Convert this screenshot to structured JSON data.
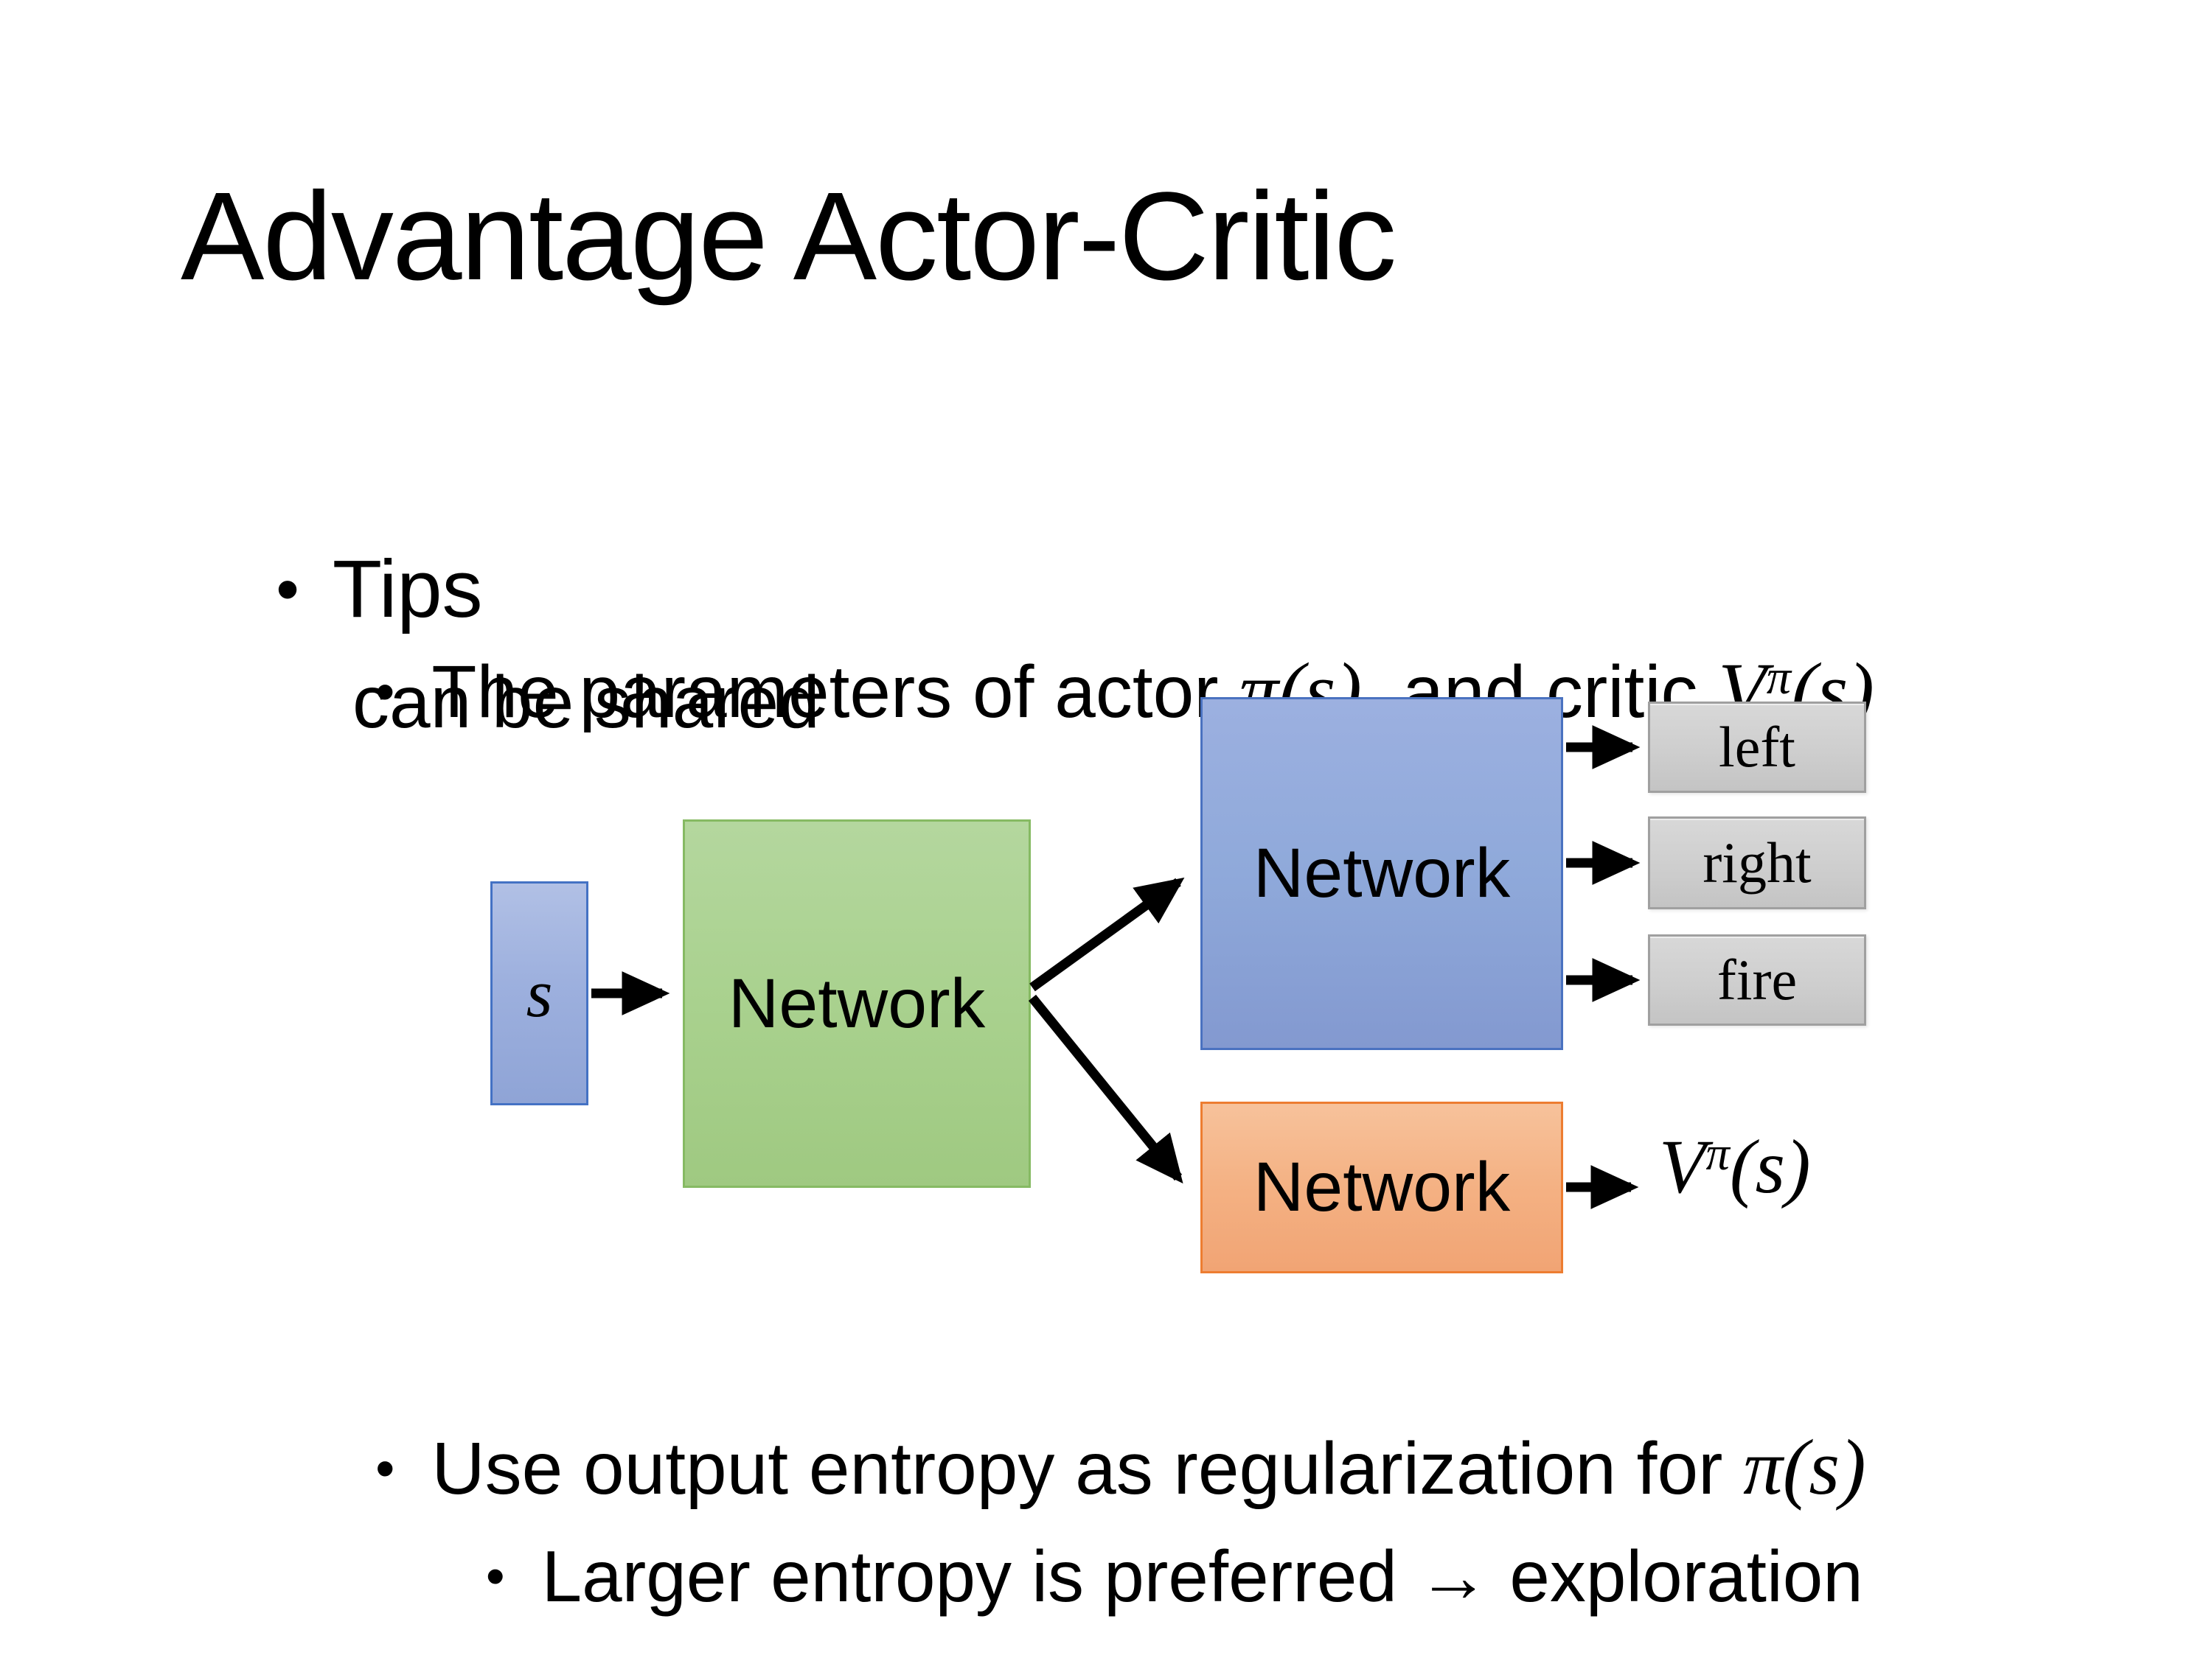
{
  "slide": {
    "title": "Advantage Actor-Critic",
    "bullet_marker": "•",
    "bullets": {
      "tips": {
        "marker": "•",
        "text": "Tips"
      },
      "b1": {
        "marker": "•",
        "t1": "The parameters of actor ",
        "m1": "π(s)",
        "t2": "  and critic ",
        "m2_base": "V",
        "m2_sup": "π",
        "m2_rest": "(s)"
      },
      "b1_line2": "can be shared",
      "b2": {
        "marker": "•",
        "t1": "Use output entropy as regularization for ",
        "m1": "π(s)"
      },
      "b3": {
        "marker": "•",
        "text": "Larger entropy is preferred → exploration"
      }
    }
  },
  "diagram": {
    "input_label": "s",
    "shared_network_label": "Network",
    "actor_network_label": "Network",
    "critic_network_label": "Network",
    "actions": [
      "left",
      "right",
      "fire"
    ],
    "critic_output": {
      "base": "V",
      "sup": "π",
      "rest": "(s)"
    },
    "colors": {
      "input_fill": "#9db0de",
      "input_border": "#4472c4",
      "shared_fill": "#a9d18e",
      "shared_border": "#86ba63",
      "actor_fill": "#8fa9da",
      "actor_border": "#4a72c0",
      "critic_fill": "#f4b183",
      "critic_border": "#ed7d31",
      "action_fill": "#d0d0d0",
      "action_border": "#a0a0a0",
      "arrow": "#000000",
      "background": "#ffffff",
      "text": "#000000"
    }
  }
}
